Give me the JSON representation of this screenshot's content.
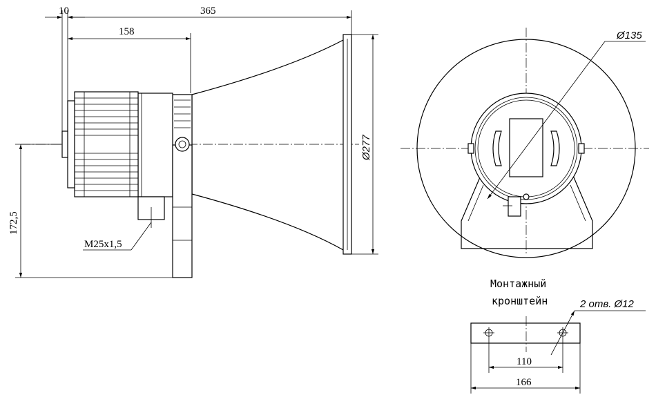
{
  "dimensions": {
    "d10": "10",
    "d365": "365",
    "d158": "158",
    "d277": "Ø277",
    "d172": "172,5",
    "thread": "M25x1,5",
    "d135": "Ø135",
    "holes": "2 отв. Ø12",
    "d110": "110",
    "d166": "166"
  },
  "bracket": {
    "line1": "Монтажный",
    "line2": "кронштейн"
  }
}
